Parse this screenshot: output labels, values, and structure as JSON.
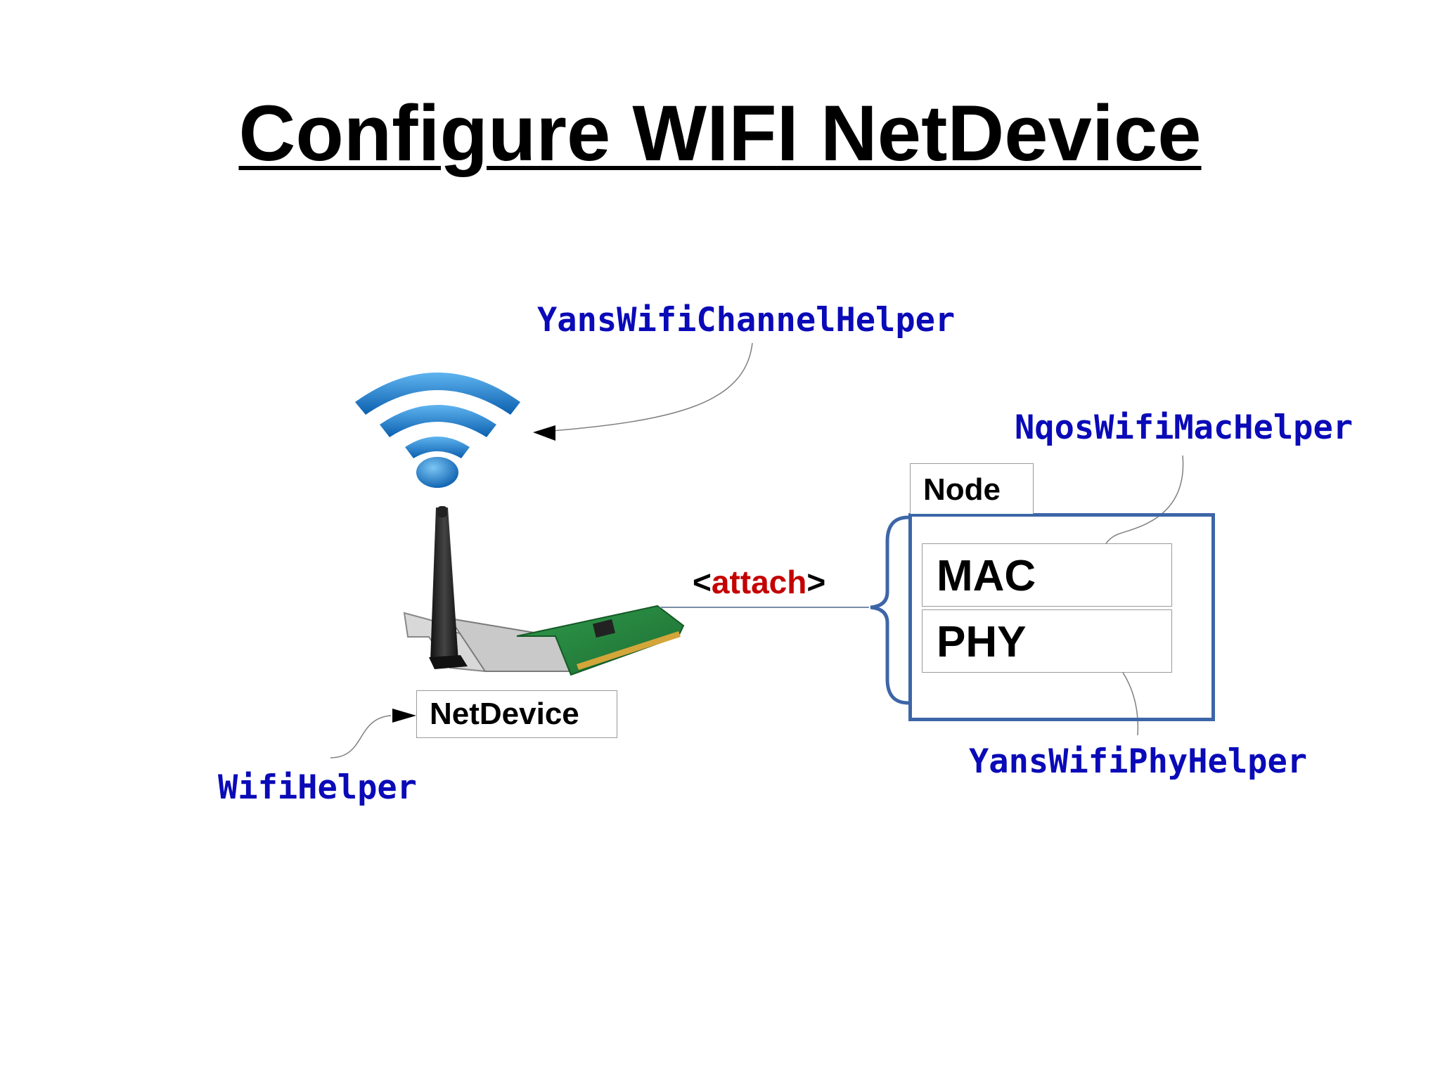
{
  "title": "Configure WIFI NetDevice",
  "helpers": {
    "channel": "YansWifiChannelHelper",
    "mac": "NqosWifiMacHelper",
    "phy": "YansWifiPhyHelper",
    "wifi": "WifiHelper"
  },
  "boxes": {
    "netdevice": "NetDevice",
    "node": "Node",
    "mac": "MAC",
    "phy": "PHY"
  },
  "attach": {
    "open": "<",
    "keyword": "attach",
    "close": ">"
  },
  "colors": {
    "helper_text": "#0a0ab8",
    "attach_keyword": "#c40000",
    "node_border": "#3d66a8",
    "wifi_icon": "#1a7fd0"
  },
  "icons": [
    "wifi-signal-icon",
    "wireless-network-card-icon"
  ]
}
